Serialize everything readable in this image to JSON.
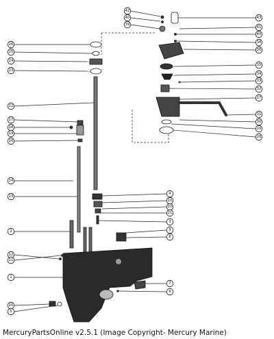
{
  "caption": "MercuryPartsOnline v2.5.1 (Image Copyright- Mercury Marine)",
  "callouts": {
    "left": [
      "26",
      "25",
      "24",
      "23",
      "22",
      "17",
      "18",
      "19",
      "16",
      "14",
      "13",
      "2",
      "12",
      "11",
      "1",
      "10",
      "5"
    ],
    "right_top": [
      "42",
      "40",
      "39",
      "43",
      "41",
      "40",
      "38",
      "36",
      "35",
      "34",
      "33",
      "32",
      "27",
      "31",
      "30",
      "29",
      "28"
    ],
    "right_bottom": [
      "4",
      "10",
      "20",
      "21",
      "3",
      "9",
      "8",
      "7",
      "6"
    ]
  }
}
